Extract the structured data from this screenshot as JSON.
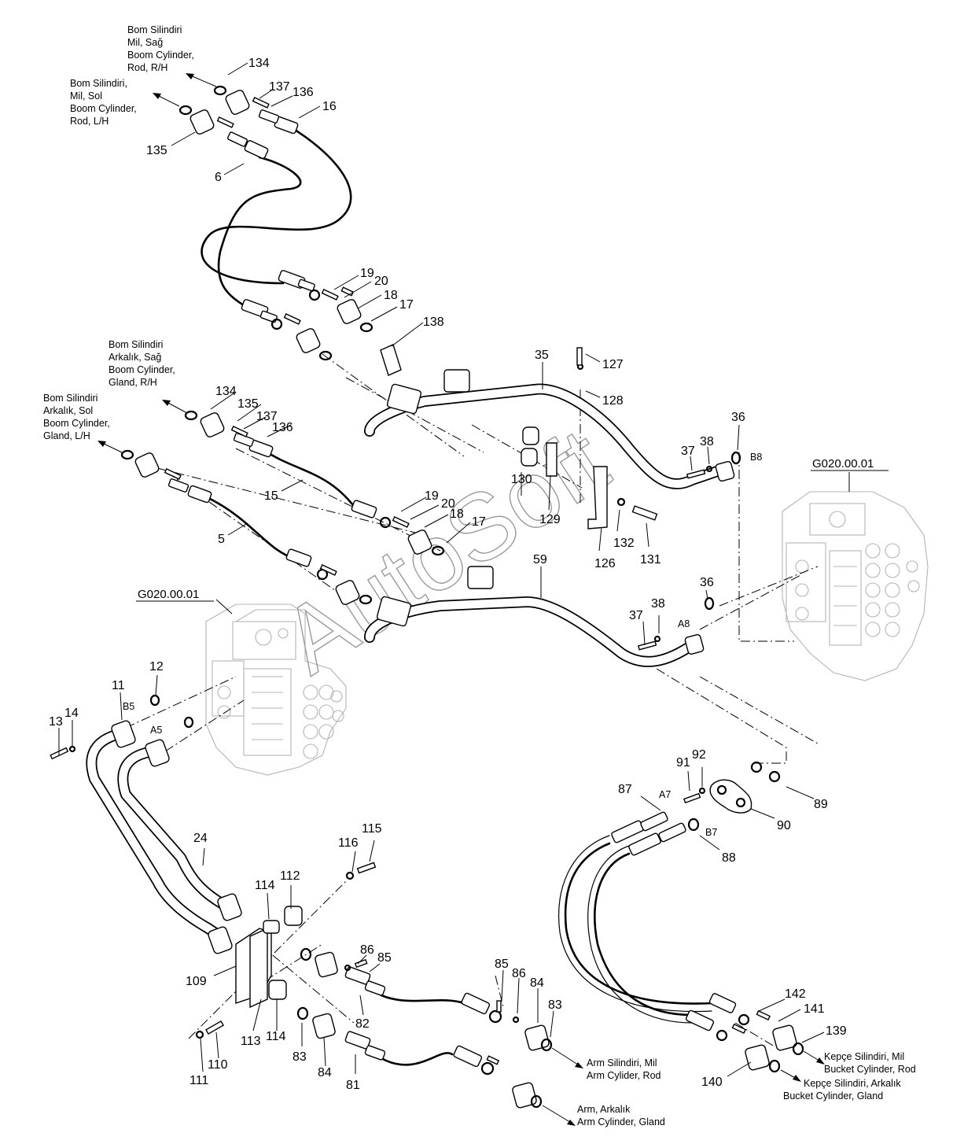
{
  "watermark": "AutoSoft",
  "corner_mark": "",
  "refs": [
    {
      "text": "G020.00.01"
    },
    {
      "text": "G020.00.01"
    }
  ],
  "ports": [
    "B8",
    "A8",
    "B5",
    "A5",
    "A7",
    "B7"
  ],
  "notes": [
    {
      "lines": [
        "Bom Silindiri",
        "Mil, Sağ",
        "Boom Cylinder,",
        "Rod, R/H"
      ]
    },
    {
      "lines": [
        "Bom Silindiri,",
        "Mil, Sol",
        "Boom Cylinder,",
        "Rod, L/H"
      ]
    },
    {
      "lines": [
        "Bom Silindiri",
        "Arkalık, Sağ",
        "Boom Cylinder,",
        "Gland, R/H"
      ]
    },
    {
      "lines": [
        "Bom Silindiri",
        "Arkalık, Sol",
        "Boom Cylinder,",
        "Gland, L/H"
      ]
    },
    {
      "lines": [
        "Arm Silindiri, Mil",
        "Arm Cylider, Rod"
      ]
    },
    {
      "lines": [
        "Arm, Arkalık",
        "Arm Cylinder, Gland"
      ]
    },
    {
      "lines": [
        "Kepçe Silindiri, Mil",
        "Bucket Cylinder, Rod"
      ]
    },
    {
      "lines": [
        "Kepçe Silindiri, Arkalık",
        "Bucket Cylinder, Gland"
      ]
    }
  ],
  "callouts": [
    "134",
    "137",
    "136",
    "16",
    "135",
    "6",
    "19",
    "20",
    "18",
    "17",
    "138",
    "35",
    "127",
    "128",
    "36",
    "37",
    "38",
    "134",
    "135",
    "137",
    "136",
    "15",
    "5",
    "19",
    "20",
    "18",
    "17",
    "130",
    "129",
    "132",
    "126",
    "131",
    "59",
    "36",
    "37",
    "38",
    "12",
    "11",
    "13",
    "14",
    "24",
    "115",
    "116",
    "112",
    "114",
    "109",
    "113",
    "114",
    "110",
    "111",
    "86",
    "85",
    "82",
    "83",
    "84",
    "81",
    "85",
    "86",
    "84",
    "83",
    "91",
    "92",
    "87",
    "89",
    "90",
    "88",
    "142",
    "141",
    "139",
    "140"
  ]
}
